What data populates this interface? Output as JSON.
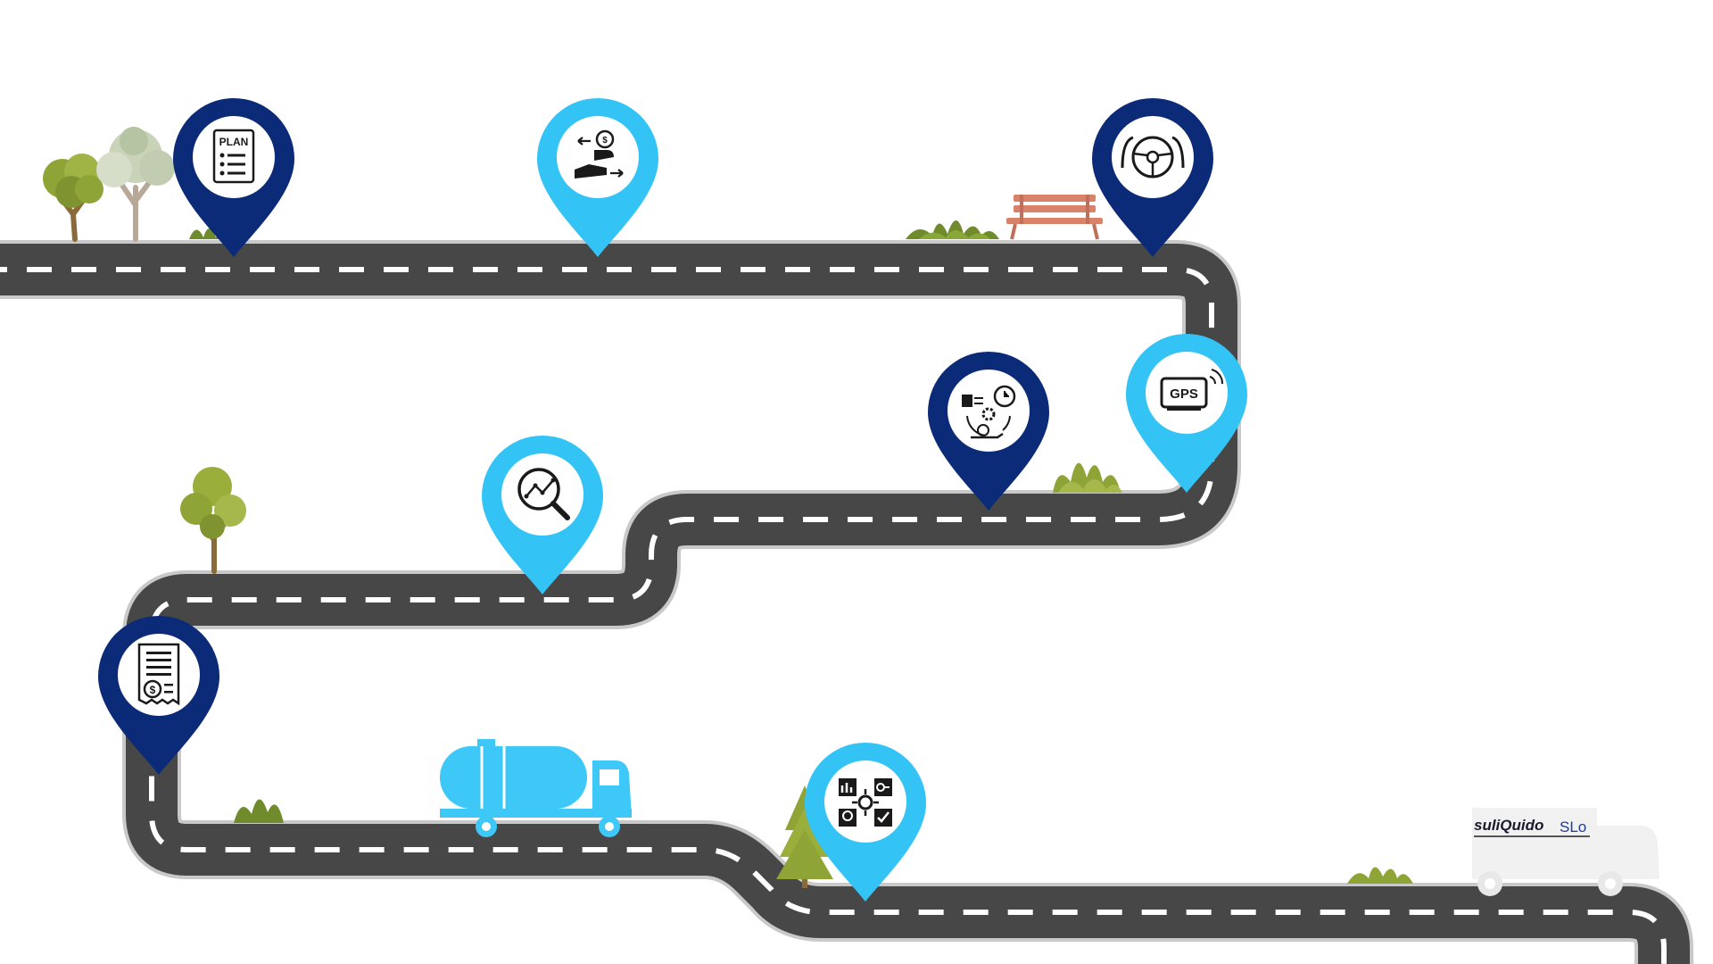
{
  "colors": {
    "dark_pin": "#0b2a78",
    "light_pin": "#33c4f5",
    "road": "#474747",
    "road_edge": "#bdbdbd",
    "road_dash": "#ffffff",
    "truck": "#3dc8f7",
    "foliage": "#8fa436",
    "bench": "#d9826a"
  },
  "milestones": [
    {
      "id": "plan",
      "icon": "plan-document-icon",
      "label": "PLAN",
      "style": "dark"
    },
    {
      "id": "payment",
      "icon": "hand-money-exchange-icon",
      "style": "light"
    },
    {
      "id": "driver",
      "icon": "steering-wheel-icon",
      "style": "dark"
    },
    {
      "id": "gps",
      "icon": "gps-device-icon",
      "label": "GPS",
      "style": "light"
    },
    {
      "id": "schedule",
      "icon": "time-management-icon",
      "style": "dark"
    },
    {
      "id": "analysis",
      "icon": "magnifier-chart-icon",
      "style": "light"
    },
    {
      "id": "invoice",
      "icon": "invoice-receipt-icon",
      "style": "dark"
    },
    {
      "id": "strategy",
      "icon": "business-strategy-icon",
      "style": "light"
    }
  ],
  "brand": {
    "name": "suliQuido",
    "suffix": "SLo"
  }
}
